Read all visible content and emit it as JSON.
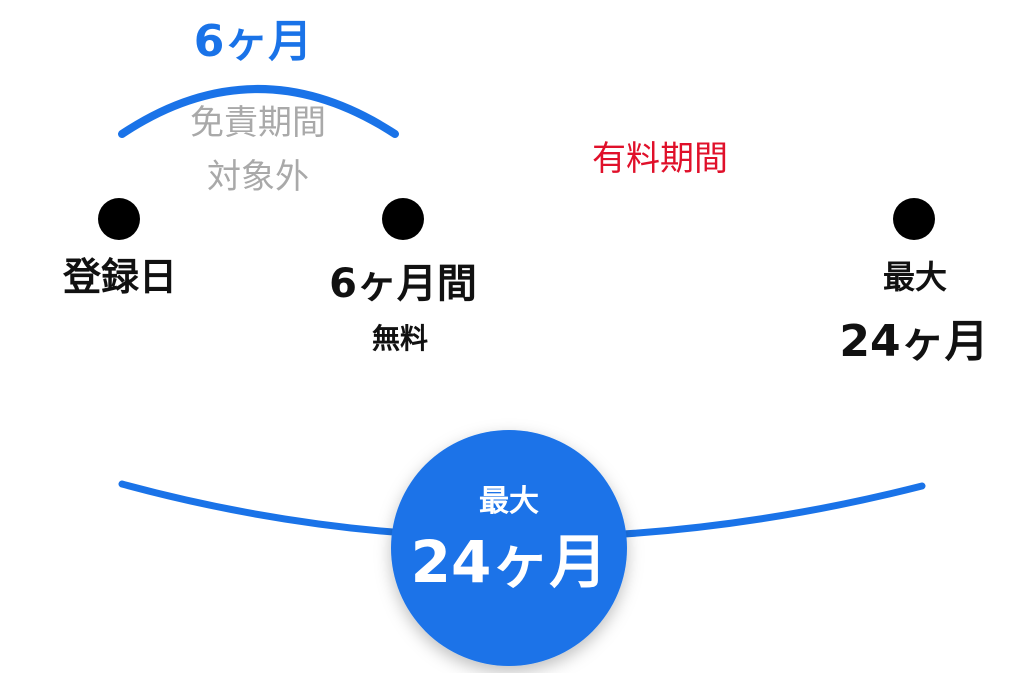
{
  "exempt_span": {
    "duration": "6ヶ月",
    "label_line1": "免責期間",
    "label_line2": "対象外"
  },
  "paid_period_label": "有料期間",
  "milestones": {
    "start": "登録日",
    "six_month_title": "6ヶ月間",
    "six_month_sub": "無料",
    "max_top": "最大",
    "max_bottom": "24ヶ月"
  },
  "badge": {
    "top": "最大",
    "bottom": "24ヶ月"
  },
  "colors": {
    "accent_blue": "#1a73e8",
    "paid_red": "#e0102a",
    "exempt_gray": "#b0b0b0",
    "dot_black": "#000000"
  }
}
